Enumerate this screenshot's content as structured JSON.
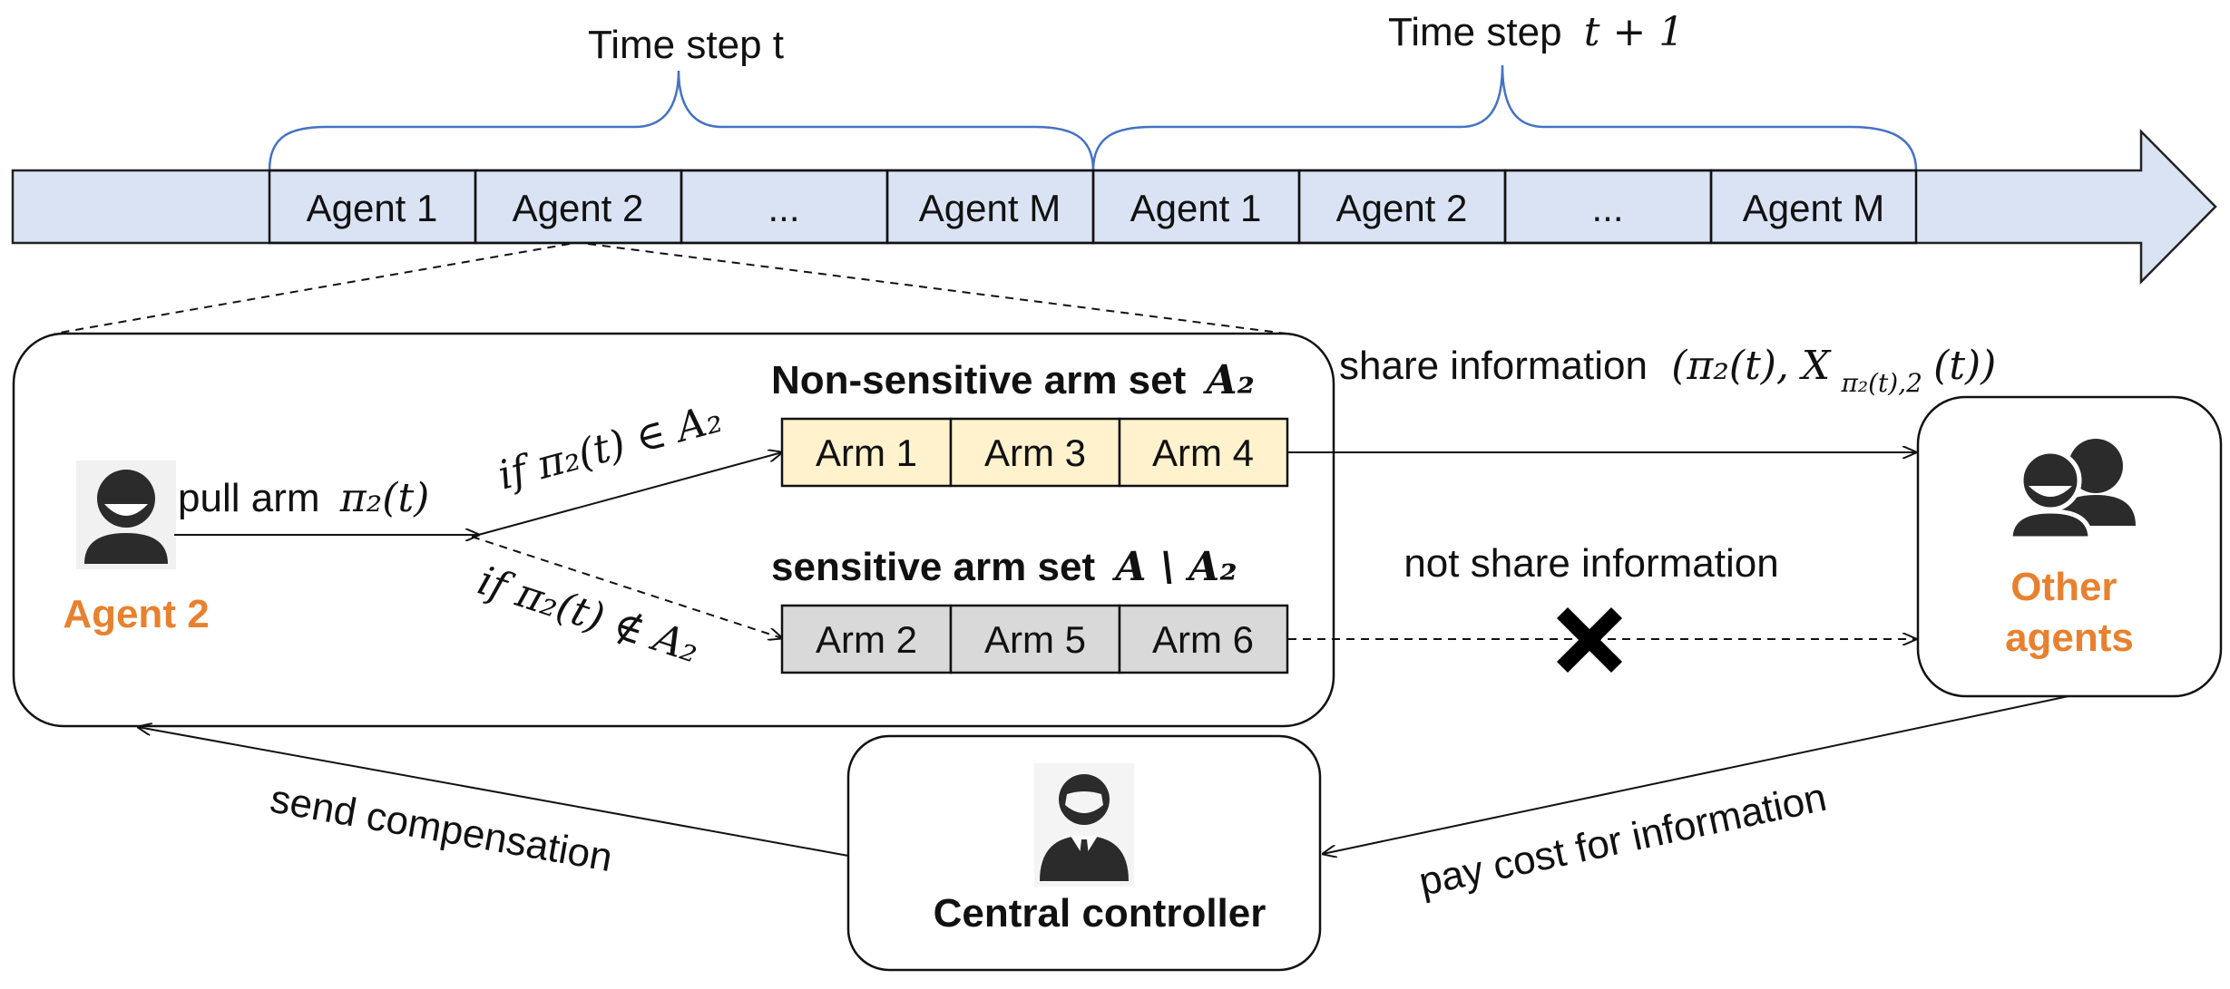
{
  "timeline": {
    "step_t_label": "Time step t",
    "step_t1_label": "Time step",
    "step_t1_math": "t + 1",
    "colors": {
      "fill": "#DAE3F3",
      "brace": "#4472C4"
    },
    "cells_t": [
      "Agent 1",
      "Agent 2",
      "...",
      "Agent M"
    ],
    "cells_t1": [
      "Agent 1",
      "Agent 2",
      "...",
      "Agent M"
    ]
  },
  "agent_panel": {
    "agent_label": "Agent 2",
    "pull_text": "pull arm",
    "pull_math": "π₂(t)",
    "if_in_text": "if π₂(t) ∈ A₂",
    "if_not_in_text": "if π₂(t) ∉ A₂",
    "non_sensitive": {
      "title": "Non-sensitive arm set",
      "title_math": "A₂",
      "color": "#FFF2CC",
      "arms": [
        "Arm 1",
        "Arm 3",
        "Arm 4"
      ]
    },
    "sensitive": {
      "title": "sensitive arm set",
      "title_math": "A \\ A₂",
      "color": "#D9D9D9",
      "arms": [
        "Arm 2",
        "Arm 5",
        "Arm 6"
      ]
    }
  },
  "share_label": "share information",
  "share_math": "(π₂(t), X",
  "share_math_sub": "π₂(t),2",
  "share_math_tail": "(t))",
  "not_share_label": "not share information",
  "other_agents": {
    "line1": "Other",
    "line2": "agents"
  },
  "controller_label": "Central controller",
  "send_compensation": "send compensation",
  "pay_cost": "pay cost for information",
  "accent_color": "#E8812F"
}
